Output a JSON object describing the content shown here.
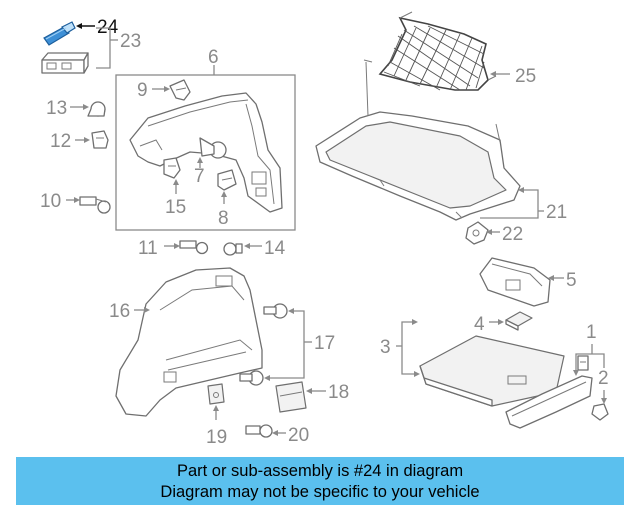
{
  "diagram": {
    "highlighted_part": "24",
    "callouts": [
      "24",
      "23",
      "6",
      "9",
      "13",
      "12",
      "7",
      "10",
      "15",
      "8",
      "25",
      "21",
      "22",
      "11",
      "14",
      "5",
      "16",
      "17",
      "4",
      "3",
      "1",
      "2",
      "18",
      "19",
      "20"
    ]
  },
  "banner": {
    "line1": "Part or sub-assembly is #24 in diagram",
    "line2": "Diagram may not be specific to your vehicle",
    "color": "#5bc0ee"
  },
  "colors": {
    "highlight_part": "#3d8fd6",
    "callout_text": "#8a8a8a",
    "highlight_text": "#111111"
  }
}
